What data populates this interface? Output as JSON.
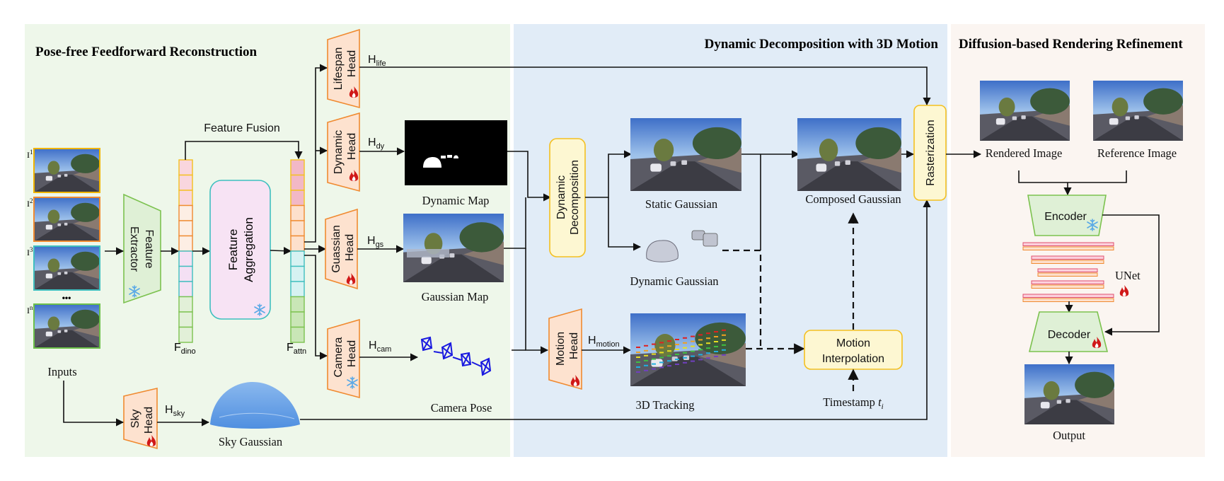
{
  "panels": {
    "reconstruction": {
      "title": "Pose-free Feedforward Reconstruction",
      "color": "#eef7ea"
    },
    "decomposition": {
      "title": "Dynamic Decomposition with 3D Motion",
      "color": "#e1ecf7"
    },
    "refinement": {
      "title": "Diffusion-based Rendering Refinement",
      "color": "#fbf5f1"
    }
  },
  "inputs": {
    "label": "Inputs",
    "frames": [
      {
        "label": "I",
        "sup": "1",
        "border": "#f0b400"
      },
      {
        "label": "I",
        "sup": "2",
        "border": "#f08a30"
      },
      {
        "label": "I",
        "sup": "3",
        "border": "#3fbfbf"
      },
      {
        "label": "I",
        "sup": "n",
        "border": "#6cc04a"
      }
    ],
    "ellipsis": "•••"
  },
  "feature_extractor": {
    "line1": "Feature",
    "line2": "Extractor",
    "state": "frozen"
  },
  "feature_fusion": {
    "label": "Feature Fusion"
  },
  "feature_aggregation": {
    "line1": "Feature",
    "line2": "Aggregation",
    "state": "frozen"
  },
  "vectors": {
    "dino": {
      "label": "F",
      "sub": "dino"
    },
    "attn": {
      "label": "F",
      "sub": "attn"
    }
  },
  "heads": {
    "lifespan": {
      "line1": "Lifespan",
      "line2": "Head",
      "out": "H",
      "out_sub": "life",
      "state": "trainable"
    },
    "dynamic": {
      "line1": "Dynamic",
      "line2": "Head",
      "out": "H",
      "out_sub": "dy",
      "state": "trainable"
    },
    "gaussian": {
      "line1": "Guassian",
      "line2": "Head",
      "out": "H",
      "out_sub": "gs",
      "state": "trainable"
    },
    "camera": {
      "line1": "Camera",
      "line2": "Head",
      "out": "H",
      "out_sub": "cam",
      "state": "frozen"
    },
    "sky": {
      "line1": "Sky",
      "line2": "Head",
      "out": "H",
      "out_sub": "sky",
      "state": "trainable"
    },
    "motion": {
      "line1": "Motion",
      "line2": "Head",
      "out": "H",
      "out_sub": "motion",
      "state": "trainable"
    }
  },
  "outputs": {
    "dynamic_map": "Dynamic Map",
    "gaussian_map": "Gaussian Map",
    "camera_pose": "Camera Pose",
    "sky_gaussian": "Sky Gaussian"
  },
  "decomposition": {
    "dynamic_decomposition": {
      "line1": "Dynamic",
      "line2": "Decomposition"
    },
    "static_gaussian": "Static Gaussian",
    "dynamic_gaussian": "Dynamic Gaussian",
    "composed_gaussian": "Composed Gaussian",
    "tracking": "3D Tracking",
    "motion_interpolation": {
      "line1": "Motion",
      "line2": "Interpolation"
    },
    "timestamp": "Timestamp",
    "timestamp_var": "t",
    "timestamp_sub": "i",
    "rasterization": "Rasterization"
  },
  "refinement": {
    "rendered_image": "Rendered Image",
    "reference_image": "Reference Image",
    "encoder": {
      "label": "Encoder",
      "state": "frozen"
    },
    "unet": {
      "label": "UNet",
      "state": "trainable"
    },
    "decoder": {
      "label": "Decoder",
      "state": "trainable"
    },
    "output": "Output"
  },
  "legend_colors": {
    "head_fill": "#fde2cf",
    "head_stroke": "#f08a30",
    "extractor_fill": "#dff0d6",
    "extractor_stroke": "#7cc24f",
    "yellow_box_fill": "#fdf7d2",
    "yellow_box_stroke": "#f4c020",
    "aggregation_fill": "#f7e3f4",
    "aggregation_stroke": "#3fbfbf",
    "frozen_icon": "#5aa9e6",
    "trainable_icon": "#d01818"
  }
}
